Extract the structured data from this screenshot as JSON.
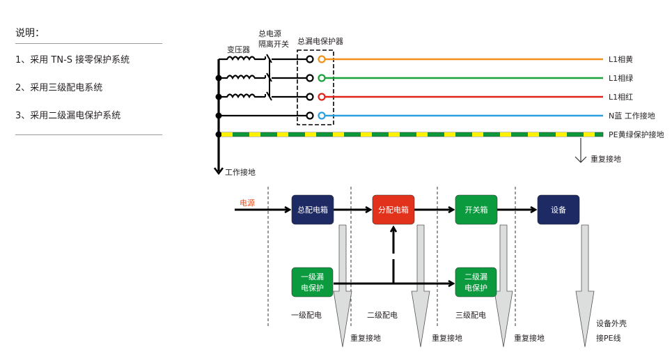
{
  "notes": {
    "title": "说明：",
    "items": [
      "1、采用 TN-S 接零保护系统",
      "2、采用三级配电系统",
      "3、采用二级漏电保护系统"
    ]
  },
  "wiring": {
    "transformer_label": "变压器",
    "isolator_label_line1": "总电源",
    "isolator_label_line2": "隔离开关",
    "rcd_label": "总漏电保护器",
    "work_ground_label": "工作接地",
    "repeat_ground_label": "重复接地",
    "lines": [
      {
        "name": "L1相黄",
        "color": "#f39019"
      },
      {
        "name": "L1相绿",
        "color": "#1aa33c"
      },
      {
        "name": "L1相红",
        "color": "#e2231a"
      },
      {
        "name": "N蓝 工作接地",
        "color": "#2ba0e0"
      }
    ],
    "pe": {
      "name": "PE黄绿保护接地",
      "color_a": "#fff200",
      "color_b": "#0a9a3a"
    }
  },
  "flow": {
    "source_label": "电源",
    "source_color": "#e8501e",
    "boxes": [
      {
        "label": "总配电箱",
        "color": "#1d2a63"
      },
      {
        "label": "分配电箱",
        "color": "#e3321b"
      },
      {
        "label": "开关箱",
        "color": "#0b9b3e"
      },
      {
        "label": "设备",
        "color": "#1d2a63"
      }
    ],
    "rcd_boxes": [
      {
        "line1": "一级漏",
        "line2": "电保护",
        "color": "#0b9b3e"
      },
      {
        "line1": "二级漏",
        "line2": "电保护",
        "color": "#0b9b3e"
      }
    ],
    "levels": [
      "一级配电",
      "二级配电",
      "三级配电"
    ],
    "ground_labels": [
      "重复接地",
      "重复接地",
      "重复接地"
    ],
    "equipment_label_line1": "设备外壳",
    "equipment_label_line2": "接PE线"
  }
}
